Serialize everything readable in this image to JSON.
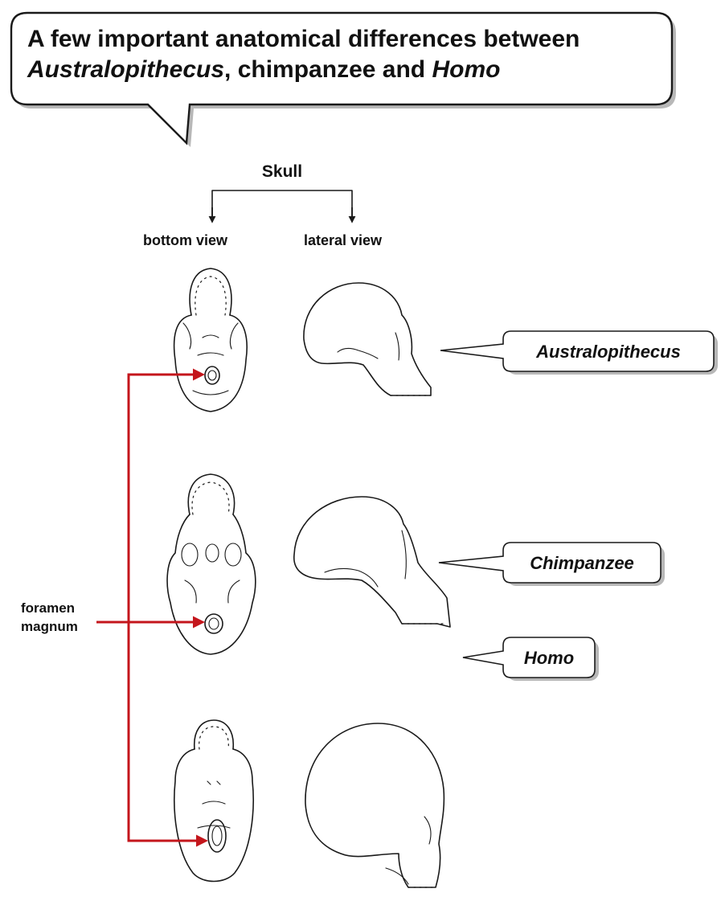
{
  "title": {
    "line1": "A few important anatomical differences between",
    "line2_italic": "Australopithecus",
    "line2_rest": ", chimpanzee and ",
    "line2_italic_end": "Homo"
  },
  "skull_heading": "Skull",
  "views": {
    "bottom": "bottom view",
    "lateral": "lateral view"
  },
  "species": [
    {
      "label": "Australopithecus"
    },
    {
      "label": "Chimpanzee"
    },
    {
      "label": "Homo"
    }
  ],
  "foramen_label": {
    "line1": "foramen",
    "line2": "magnum"
  },
  "colors": {
    "arrow": "#c4161c",
    "ink": "#1a1a1a",
    "callout_shadow": "#b8b8b8"
  }
}
